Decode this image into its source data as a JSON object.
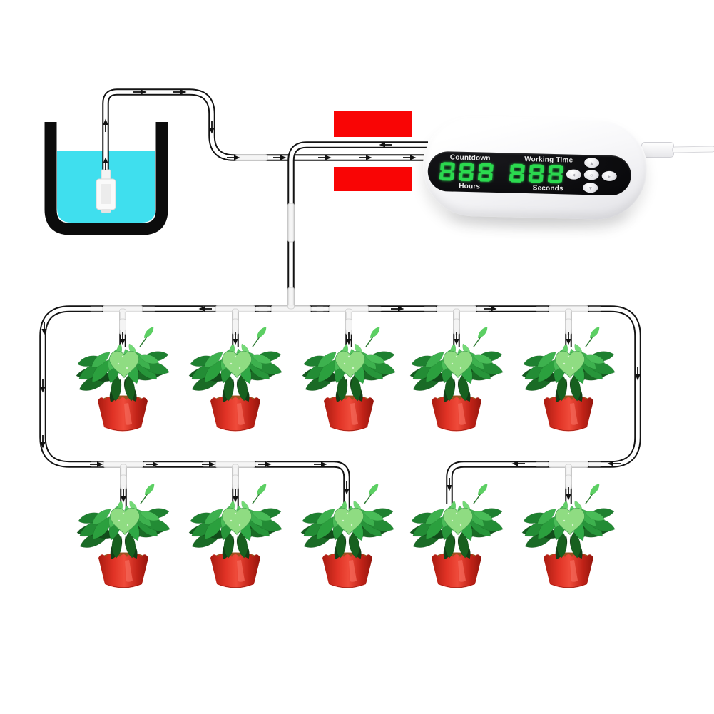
{
  "device": {
    "display": {
      "countdown_label": "Countdown",
      "working_time_label": "Working Time",
      "hours_label": "Hours",
      "seconds_label": "Seconds",
      "countdown_value": "888",
      "working_time_value": "888",
      "digit_color": "#2bd94f",
      "panel_color": "#0a0a0c"
    },
    "buttons": [
      {
        "name": "up"
      },
      {
        "name": "left"
      },
      {
        "name": "ok"
      },
      {
        "name": "right"
      },
      {
        "name": "down"
      }
    ]
  },
  "diagram": {
    "water_color": "#3fdfee",
    "bucket_color": "#0c0c0c",
    "highlight_block_color": "#f90505",
    "tube_color": "#141414",
    "pot_color": "#d6271d",
    "leaf_color": "#2b9a3c",
    "plant_rows": 2,
    "plants_per_row": 5,
    "total_plants": 10
  }
}
